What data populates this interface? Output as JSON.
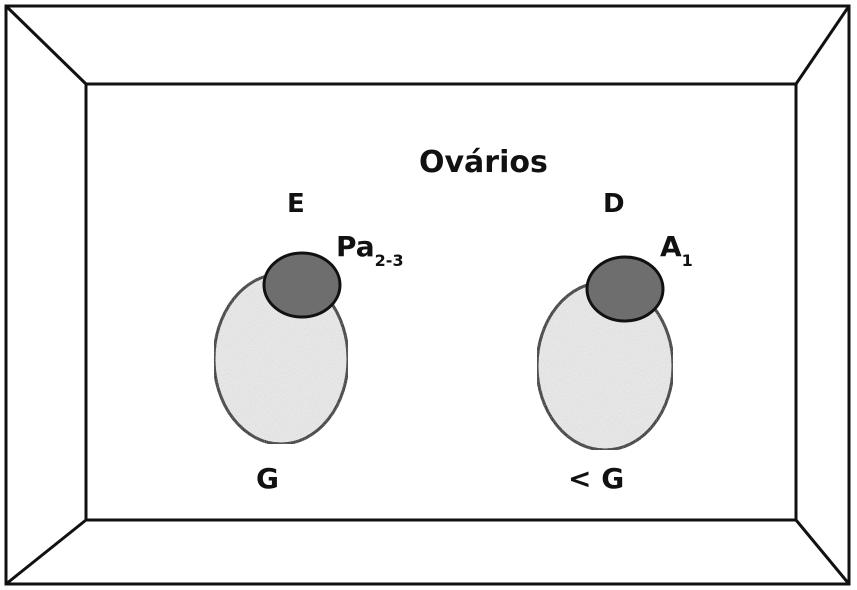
{
  "title": "Ovários",
  "colors": {
    "frame_stroke": "#111111",
    "frame_fill": "#ffffff",
    "ovary_fill": "#ececec",
    "follicle_fill": "#6e6e6e",
    "outline": "#111111"
  },
  "ovaries": [
    {
      "side_label": "E",
      "marker_label": "Pa",
      "marker_subscript": "2-3",
      "size_label": "G"
    },
    {
      "side_label": "D",
      "marker_label": "A",
      "marker_subscript": "1",
      "size_label": "< G"
    }
  ]
}
